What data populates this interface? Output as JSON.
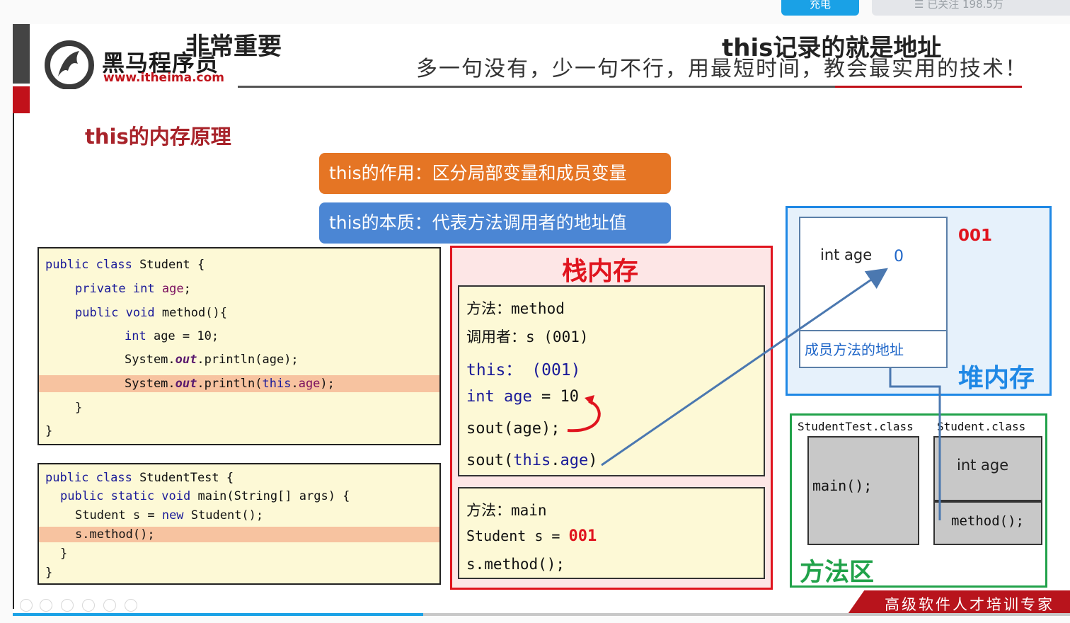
{
  "top_bar": {
    "left_pill": "充电",
    "right_pill": "☰ 已关注 198.5万"
  },
  "logo": {
    "name": "黑马程序员",
    "url": "www.itheima.com"
  },
  "overlays": {
    "important": "非常重要",
    "this_note": "this记录的就是地址"
  },
  "slogan": "多一句没有，少一句不行，用最短时间，教会最实用的技术！",
  "section_title": "this的内存原理",
  "pills": {
    "role": "this的作用：区分局部变量和成员变量",
    "nature": "this的本质：代表方法调用者的地址值"
  },
  "code_student": [
    "public class Student {",
    "private int age;",
    "public void method(){",
    "int age = 10;",
    "System.out.println(age);",
    "System.out.println(this.age);",
    "}",
    "}"
  ],
  "code_test": [
    "public class StudentTest {",
    "public static void main(String[] args) {",
    "Student s = new Student();",
    "s.method();",
    "}",
    "}"
  ],
  "stack": {
    "title": "栈内存",
    "method_frame": {
      "method": "方法：method",
      "caller": "调用者：s (001)",
      "this_label": "this：",
      "this_value": "(001)",
      "int_age": "int age = 10",
      "sout_age": "sout(age);",
      "sout_this": "sout(this.age)"
    },
    "main_frame": {
      "method": "方法：main",
      "student_s": "Student s = ",
      "address": "001",
      "call": "s.method();"
    }
  },
  "heap": {
    "title": "堆内存",
    "address": "001",
    "field_label": "int age",
    "field_value": "0",
    "method_addr": "成员方法的地址"
  },
  "method_area": {
    "title": "方法区",
    "test_class": "StudentTest.class",
    "student_class": "Student.class",
    "main": "main();",
    "field": "int age",
    "method": "method();"
  },
  "banner": "高级软件人才培训专家",
  "colors": {
    "orange": "#e57524",
    "blue": "#4b86d4",
    "red": "#e0141e",
    "heap_blue": "#1f88e5",
    "green": "#21a24a"
  }
}
